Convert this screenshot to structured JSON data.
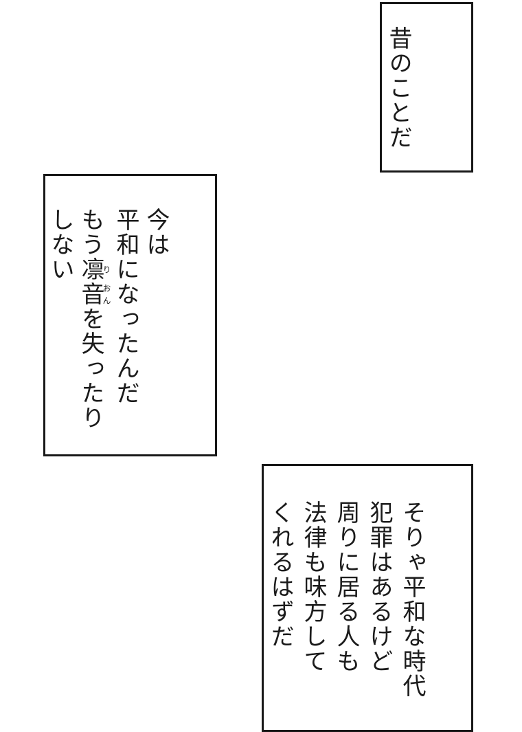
{
  "page": {
    "background_color": "#ffffff",
    "panel_border_color": "#181818",
    "text_color": "#1b1b1b"
  },
  "panels": [
    {
      "id": "panel-past",
      "lines": [
        {
          "text": "昔のことだ"
        }
      ]
    },
    {
      "id": "panel-present",
      "lines": [
        {
          "text": "今は"
        },
        {
          "text": "平和になったんだ"
        },
        {
          "segments": [
            {
              "text": "もう"
            },
            {
              "base": "凛",
              "ruby": "り"
            },
            {
              "base": "音",
              "ruby": "おん"
            },
            {
              "text": "を失ったり"
            }
          ]
        },
        {
          "text": "しない"
        }
      ]
    },
    {
      "id": "panel-peace",
      "lines": [
        {
          "text": "そりゃ平和な時代"
        },
        {
          "text": "犯罪はあるけど"
        },
        {
          "text": "周りに居る人も"
        },
        {
          "text": "法律も味方して"
        },
        {
          "text": "くれるはずだ"
        }
      ]
    }
  ]
}
